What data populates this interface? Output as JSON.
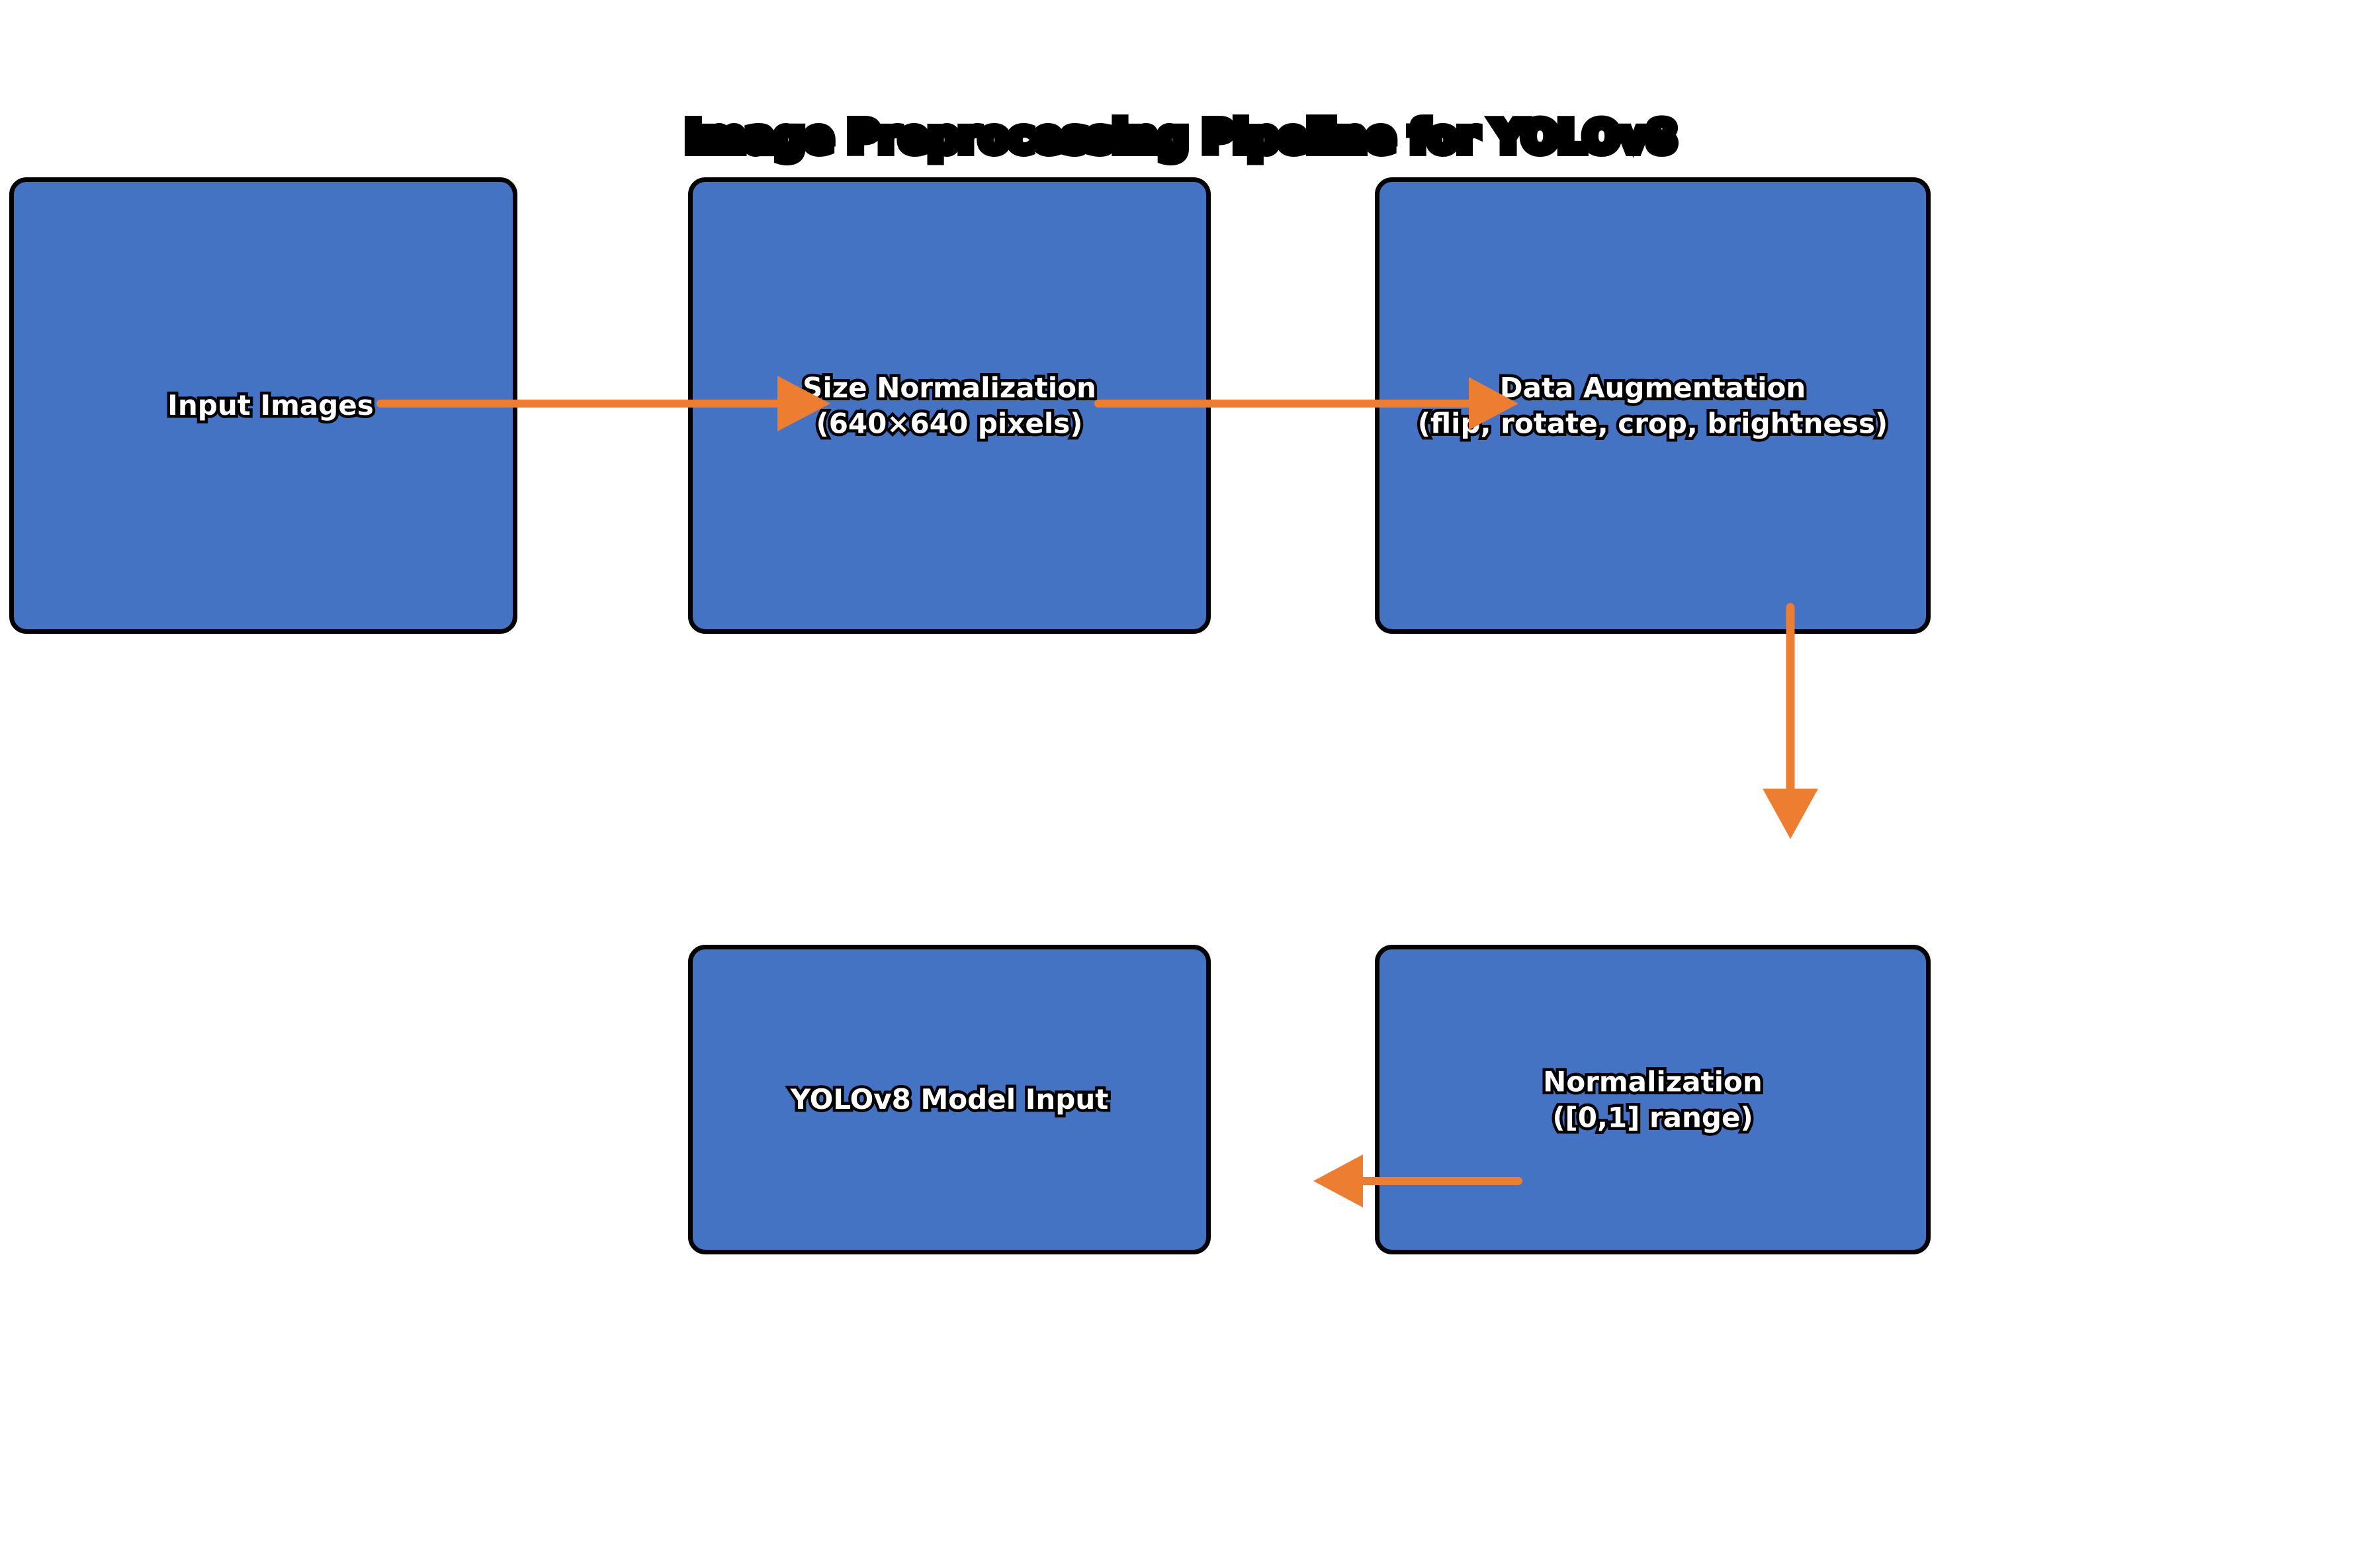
{
  "diagram": {
    "title": "Image Preprocessing Pipeline for YOLOv8",
    "background_color": "#FFFFFF",
    "node_fill_color": "#4473C4",
    "node_border_color": "#000000",
    "node_text_color": "#FFFFFF",
    "node_text_outline_color": "#000000",
    "arrow_color": "#ED7D31",
    "nodes": [
      {
        "id": "input-images",
        "line1": "Input Images",
        "line2": "",
        "text": "Input Images"
      },
      {
        "id": "size-normalization",
        "line1": "Size Normalization",
        "line2": "(640×640 pixels)",
        "text": "Size Normalization\n(640×640 pixels)"
      },
      {
        "id": "data-augmentation",
        "line1": "Data Augmentation",
        "line2": "(flip, rotate, crop, brightness)",
        "text": "Data Augmentation\n(flip, rotate, crop, brightness)"
      },
      {
        "id": "yolov8-model-input",
        "line1": "YOLOv8 Model Input",
        "line2": "",
        "text": "YOLOv8 Model Input"
      },
      {
        "id": "normalization",
        "line1": "Normalization",
        "line2": "([0,1] range)",
        "text": "Normalization\n([0,1] range)"
      }
    ],
    "edges": [
      {
        "id": "edge-1",
        "from": "input-images",
        "to": "size-normalization",
        "direction": "right"
      },
      {
        "id": "edge-2",
        "from": "size-normalization",
        "to": "data-augmentation",
        "direction": "right"
      },
      {
        "id": "edge-3",
        "from": "data-augmentation",
        "to": "normalization",
        "direction": "down"
      },
      {
        "id": "edge-4",
        "from": "normalization",
        "to": "yolov8-model-input",
        "direction": "left"
      }
    ]
  }
}
